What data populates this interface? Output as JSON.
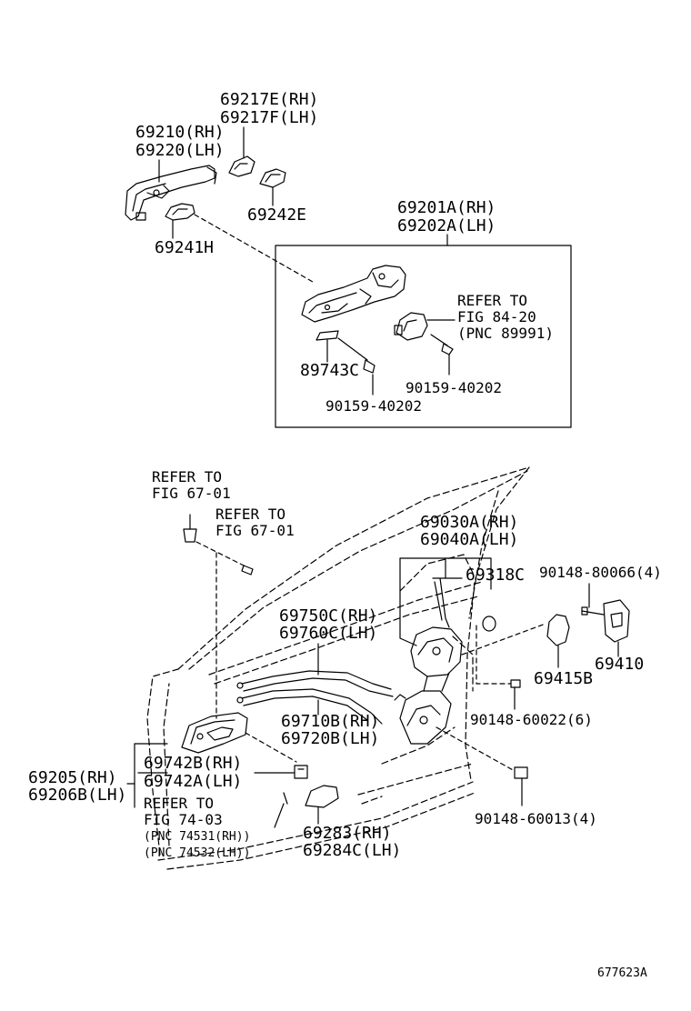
{
  "diagram_code": "677623A",
  "labels": {
    "p69217E": "69217E(RH)",
    "p69217F": "69217F(LH)",
    "p69210": "69210(RH)",
    "p69220": "69220(LH)",
    "p69242E": "69242E",
    "p69241H": "69241H",
    "p69201A": "69201A(RH)",
    "p69202A": "69202A(LH)",
    "refer_top_1": "REFER TO",
    "refer_top_2": "FIG 84-20",
    "refer_top_3": "(PNC 89991)",
    "p89743C": "89743C",
    "p90159_a": "90159-40202",
    "p90159_b": "90159-40202",
    "refer_a_1": "REFER TO",
    "refer_a_2": "FIG 67-01",
    "refer_b_1": "REFER TO",
    "refer_b_2": "FIG 67-01",
    "p69030A": "69030A(RH)",
    "p69040A": "69040A(LH)",
    "p69318C": "69318C",
    "p90148_80066": "90148-80066(4)",
    "p69750C": "69750C(RH)",
    "p69760C": "69760C(LH)",
    "p69410": "69410",
    "p69415B": "69415B",
    "p69710B": "69710B(RH)",
    "p69720B": "69720B(LH)",
    "p90148_60022": "90148-60022(6)",
    "p69742B": "69742B(RH)",
    "p69742A": "69742A(LH)",
    "p69205": "69205(RH)",
    "p69206B": "69206B(LH)",
    "refer_c_1": "REFER TO",
    "refer_c_2": "FIG 74-03",
    "refer_c_3": "(PNC 74531(RH))",
    "refer_c_4": "(PNC 74532(LH))",
    "p90148_60013": "90148-60013(4)",
    "p69283": "69283(RH)",
    "p69284C": "69284C(LH)"
  }
}
